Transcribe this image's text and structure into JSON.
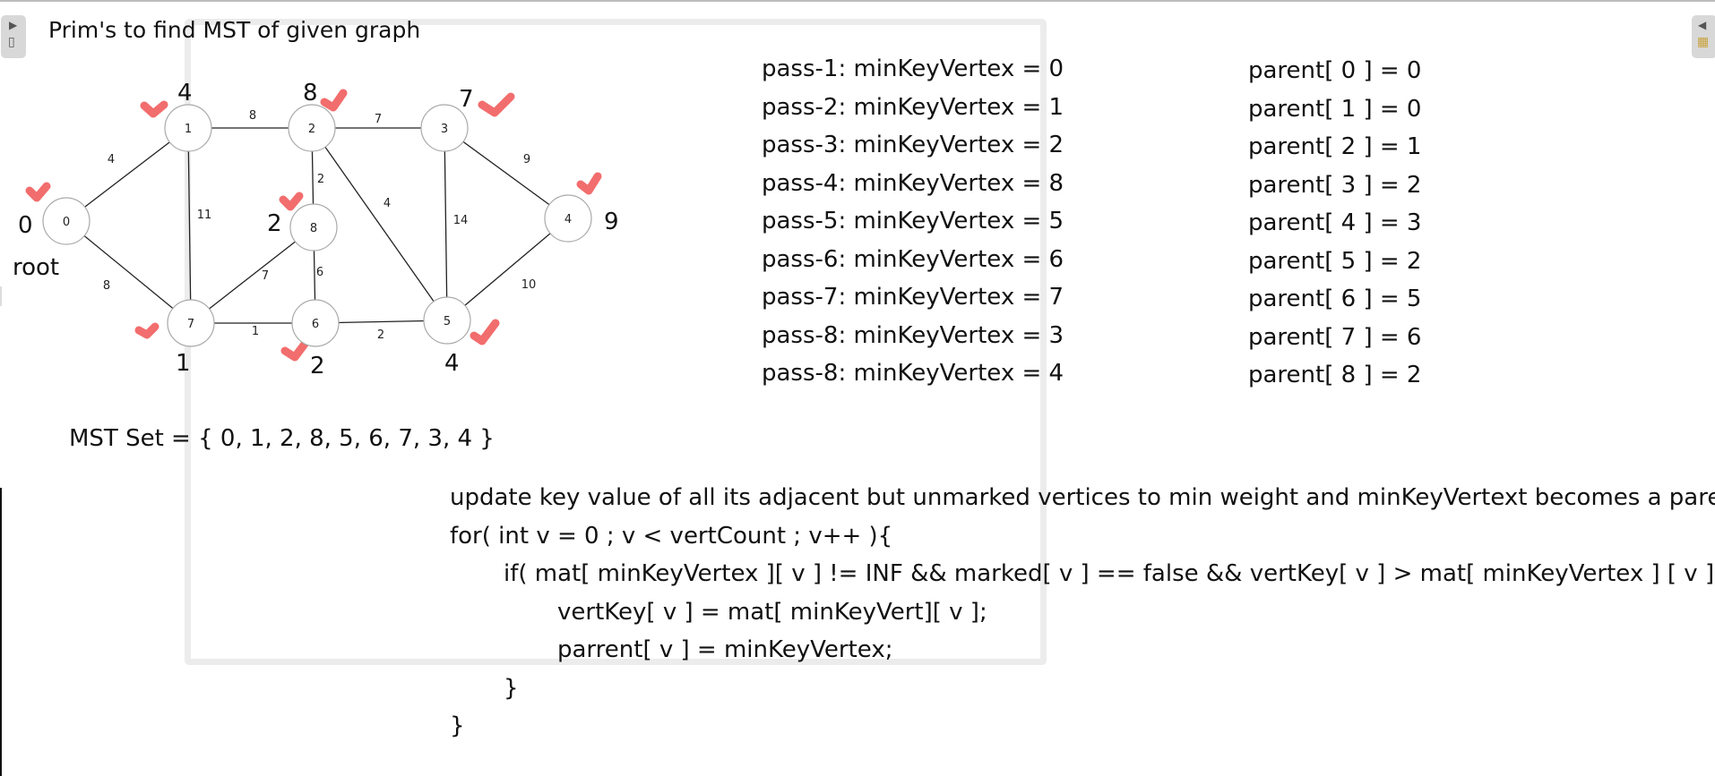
{
  "title": "Prim's to find MST of given graph",
  "root_label": "root",
  "nodes": [
    "0",
    "1",
    "2",
    "3",
    "4",
    "5",
    "6",
    "7",
    "8"
  ],
  "node_keys": {
    "n0": "0",
    "n1": "4",
    "n2": "8",
    "n3": "7",
    "n4": "9",
    "n5": "4",
    "n6": "2",
    "n7": "1",
    "n8": "2"
  },
  "edges": [
    {
      "from": "0",
      "to": "1",
      "weight": "4"
    },
    {
      "from": "1",
      "to": "2",
      "weight": "8"
    },
    {
      "from": "2",
      "to": "3",
      "weight": "7"
    },
    {
      "from": "3",
      "to": "4",
      "weight": "9"
    },
    {
      "from": "0",
      "to": "7",
      "weight": "8"
    },
    {
      "from": "1",
      "to": "7",
      "weight": "11"
    },
    {
      "from": "2",
      "to": "8",
      "weight": "2"
    },
    {
      "from": "2",
      "to": "5",
      "weight": "4"
    },
    {
      "from": "3",
      "to": "5",
      "weight": "14"
    },
    {
      "from": "4",
      "to": "5",
      "weight": "10"
    },
    {
      "from": "8",
      "to": "7",
      "weight": "7"
    },
    {
      "from": "8",
      "to": "6",
      "weight": "6"
    },
    {
      "from": "7",
      "to": "6",
      "weight": "1"
    },
    {
      "from": "6",
      "to": "5",
      "weight": "2"
    }
  ],
  "mst_set": "MST Set = { 0, 1, 2, 8, 5, 6, 7, 3, 4 }",
  "passes": [
    "pass-1: minKeyVertex = 0",
    "pass-2: minKeyVertex = 1",
    "pass-3: minKeyVertex = 2",
    "pass-4: minKeyVertex = 8",
    "pass-5: minKeyVertex = 5",
    "pass-6: minKeyVertex = 6",
    "pass-7: minKeyVertex = 7",
    "pass-8: minKeyVertex = 3",
    "pass-8: minKeyVertex = 4"
  ],
  "parents": [
    "parent[ 0 ] = 0",
    "parent[ 1 ] = 0",
    "parent[ 2 ] = 1",
    "parent[ 3 ] = 2",
    "parent[ 4 ] = 3",
    "parent[ 5 ] = 2",
    "parent[ 6 ] = 5",
    "parent[ 7 ] = 6",
    "parent[ 8 ] = 2"
  ],
  "code": [
    "update key value of all its adjacent but unmarked vertices to min weight and minKeyVertext becomes a parent of v",
    "for( int v = 0 ; v < vertCount ; v++ ){",
    "if( mat[ minKeyVertex ][ v ] != INF && marked[ v ] == false && vertKey[ v ] > mat[ minKeyVertex ] [ v ] ){",
    "vertKey[ v ] = mat[ minKeyVert][ v ];",
    "parrent[ v ] = minKeyVertex;",
    "}",
    "}"
  ],
  "handles": {
    "left_arrow": "▶",
    "right_arrow": "◀"
  },
  "colors": {
    "check": "#f26d6d",
    "node_stroke": "#a9a9a9",
    "frame": "#ececec"
  }
}
